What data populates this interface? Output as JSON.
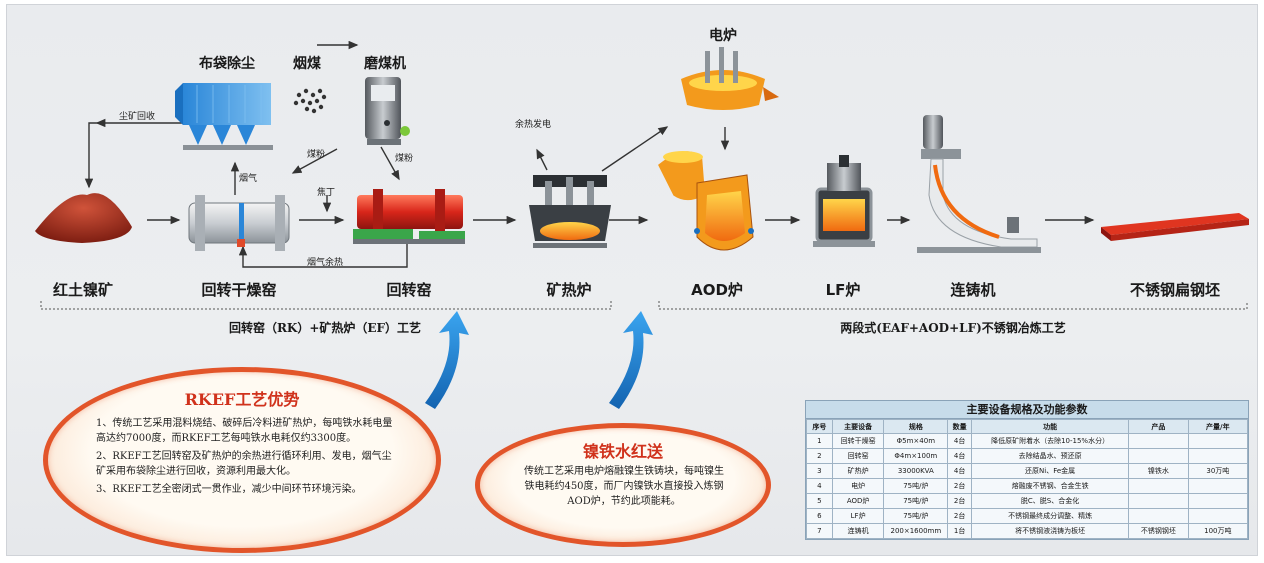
{
  "stages": [
    {
      "key": "laterite",
      "label": "红土镍矿"
    },
    {
      "key": "dryer",
      "label": "回转干燥窑"
    },
    {
      "key": "kiln",
      "label": "回转窑"
    },
    {
      "key": "ef",
      "label": "矿热炉"
    },
    {
      "key": "aod",
      "label": "AOD炉"
    },
    {
      "key": "lf",
      "label": "LF炉"
    },
    {
      "key": "caster",
      "label": "连铸机"
    },
    {
      "key": "slab",
      "label": "不锈钢扁钢坯"
    }
  ],
  "top_labels": {
    "baghouse": "布袋除尘",
    "coal": "烟煤",
    "mill": "磨煤机",
    "eaf": "电炉"
  },
  "small_labels": {
    "dust_recovery": "尘矿回收",
    "flue_gas": "烟气",
    "coal_powder_1": "煤粉",
    "coal_powder_2": "煤粉",
    "coke": "焦丁",
    "waste_heat_gas": "烟气余热",
    "waste_heat_power": "余热发电"
  },
  "process_labels": {
    "rkef": "回转窑（RK）+矿热炉（EF）工艺",
    "duplex": "两段式(EAF+AOD+LF)不锈钢冶炼工艺"
  },
  "rkef_box": {
    "title": "RKEF工艺优势",
    "items": [
      "1、传统工艺采用混料烧结、破碎后冷料进矿热炉，每吨铁水耗电量高达约7000度，而RKEF工艺每吨铁水电耗仅约3300度。",
      "2、RKEF工艺回转窑及矿热炉的余热进行循环利用、发电，烟气尘矿采用布袋除尘进行回收，资源利用最大化。",
      "3、RKEF工艺全密闭式一贯作业，减少中间环节环境污染。"
    ]
  },
  "hot_metal_box": {
    "title": "镍铁水红送",
    "body": "传统工艺采用电炉熔融镍生铁铸块，每吨镍生铁电耗约450度，而厂内镍铁水直接投入炼钢AOD炉，节约此项能耗。"
  },
  "spec_table": {
    "title": "主要设备规格及功能参数",
    "headers": [
      "序号",
      "主要设备",
      "规格",
      "数量",
      "功能",
      "产品",
      "产量/年"
    ],
    "rows": [
      [
        "1",
        "回转干燥窑",
        "Φ5m×40m",
        "4台",
        "降低原矿附着水（去除10-15%水分）",
        "",
        ""
      ],
      [
        "2",
        "回转窑",
        "Φ4m×100m",
        "4台",
        "去除结晶水、预还原",
        "",
        ""
      ],
      [
        "3",
        "矿热炉",
        "33000KVA",
        "4台",
        "还原Ni、Fe金属",
        "镍铁水",
        "30万吨"
      ],
      [
        "4",
        "电炉",
        "75吨/炉",
        "2台",
        "熔融废不锈钢、合金生铁",
        "",
        ""
      ],
      [
        "5",
        "AOD炉",
        "75吨/炉",
        "2台",
        "脱C、脱S、合金化",
        "",
        ""
      ],
      [
        "6",
        "LF炉",
        "75吨/炉",
        "2台",
        "不锈钢最终成分调整、精炼",
        "",
        ""
      ],
      [
        "7",
        "连铸机",
        "200×1600mm",
        "1台",
        "将不锈钢液浇铸为板坯",
        "不锈钢钢坯",
        "100万吨"
      ]
    ]
  },
  "colors": {
    "arrow_blue": "#1e7fd0",
    "ellipse_border": "#e2552a",
    "title_red": "#d0321c",
    "ore_red": "#b8321f",
    "molten": "#f08a1a"
  }
}
